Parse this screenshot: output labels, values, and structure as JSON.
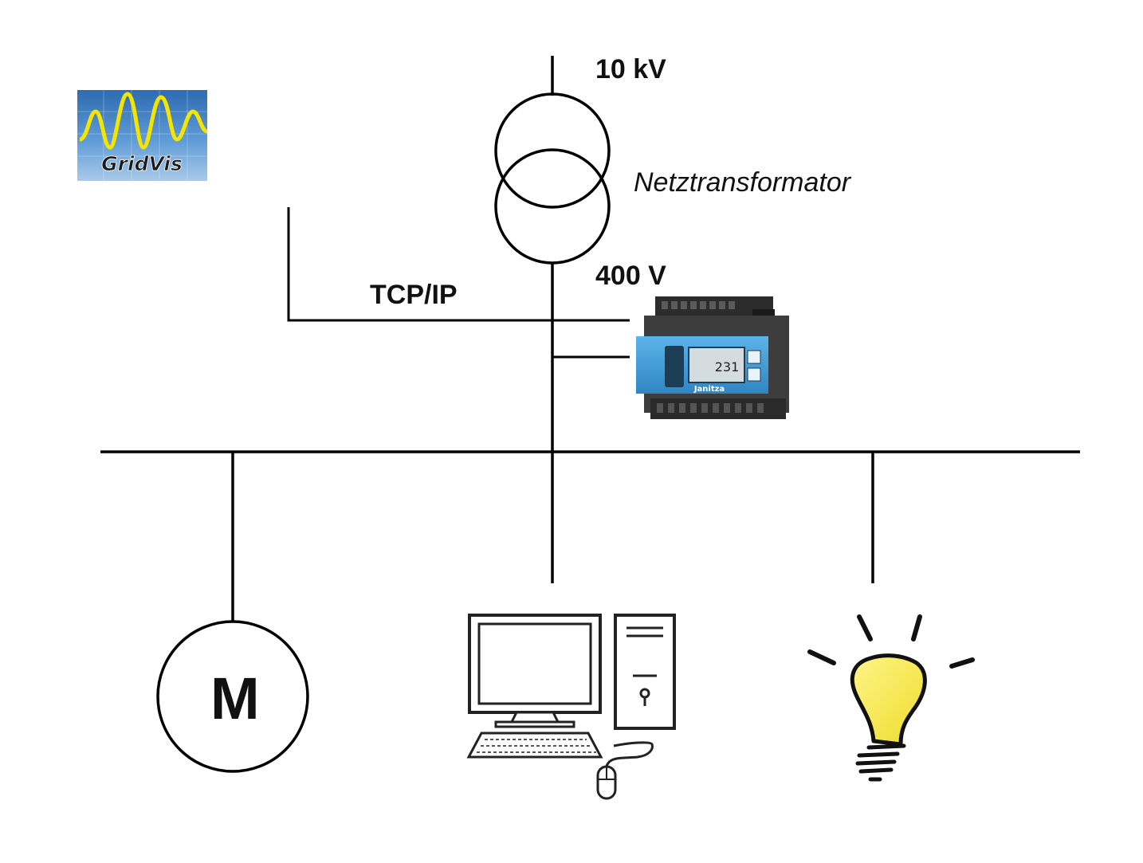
{
  "logo": {
    "text": "GridVis",
    "colors": {
      "background": "#2f6fb0",
      "wave": "#f2e200"
    }
  },
  "labels": {
    "primary_voltage": "10 kV",
    "transformer": "Netztransformator",
    "secondary_voltage": "400 V",
    "network": "TCP/IP"
  },
  "device": {
    "brand": "Janitza",
    "display_value": "231",
    "colors": {
      "body": "#3d3d3d",
      "panel": "#4aa3dc"
    }
  },
  "loads": {
    "motor": {
      "symbol": "M",
      "icon": "motor-circle"
    },
    "computer": {
      "icon": "desktop-computer-icon"
    },
    "lamp": {
      "icon": "light-bulb-icon",
      "color": "#f5e84a"
    }
  },
  "colors": {
    "line": "#000000",
    "text": "#111111"
  }
}
